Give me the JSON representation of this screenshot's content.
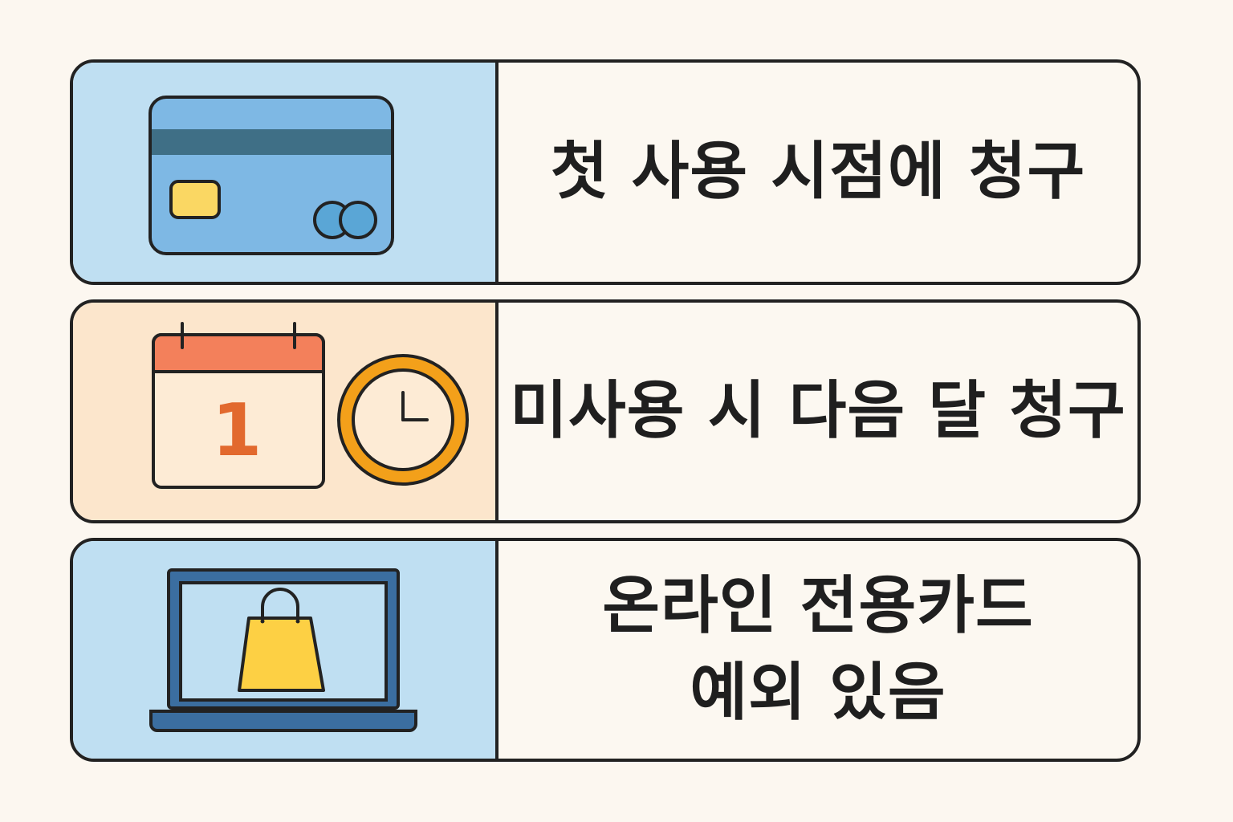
{
  "colors": {
    "background": "#fcf7f0",
    "panel_blue": "#bfdff2",
    "panel_peach": "#fce6cc",
    "text_panel": "#fcf8f1",
    "outline": "#222222",
    "card_blue": "#7eb8e4",
    "card_stripe": "#3f6f86",
    "chip_yellow": "#fad763",
    "calendar_header": "#f3805b",
    "calendar_number": "#e2692e",
    "clock_orange": "#f3a01a",
    "laptop_blue": "#3b6ea0",
    "bag_yellow": "#fdd044"
  },
  "rows": [
    {
      "icon": "credit-card-icon",
      "panel_color": "#bfdff2",
      "label": "첫 사용 시점에 청구"
    },
    {
      "icon": "calendar-clock-icon",
      "panel_color": "#fce6cc",
      "calendar_number": "1",
      "label": "미사용 시 다음 달 청구"
    },
    {
      "icon": "laptop-shopping-bag-icon",
      "panel_color": "#bfdff2",
      "label_lines": [
        "온라인 전용카드",
        "예외 있음"
      ]
    }
  ]
}
